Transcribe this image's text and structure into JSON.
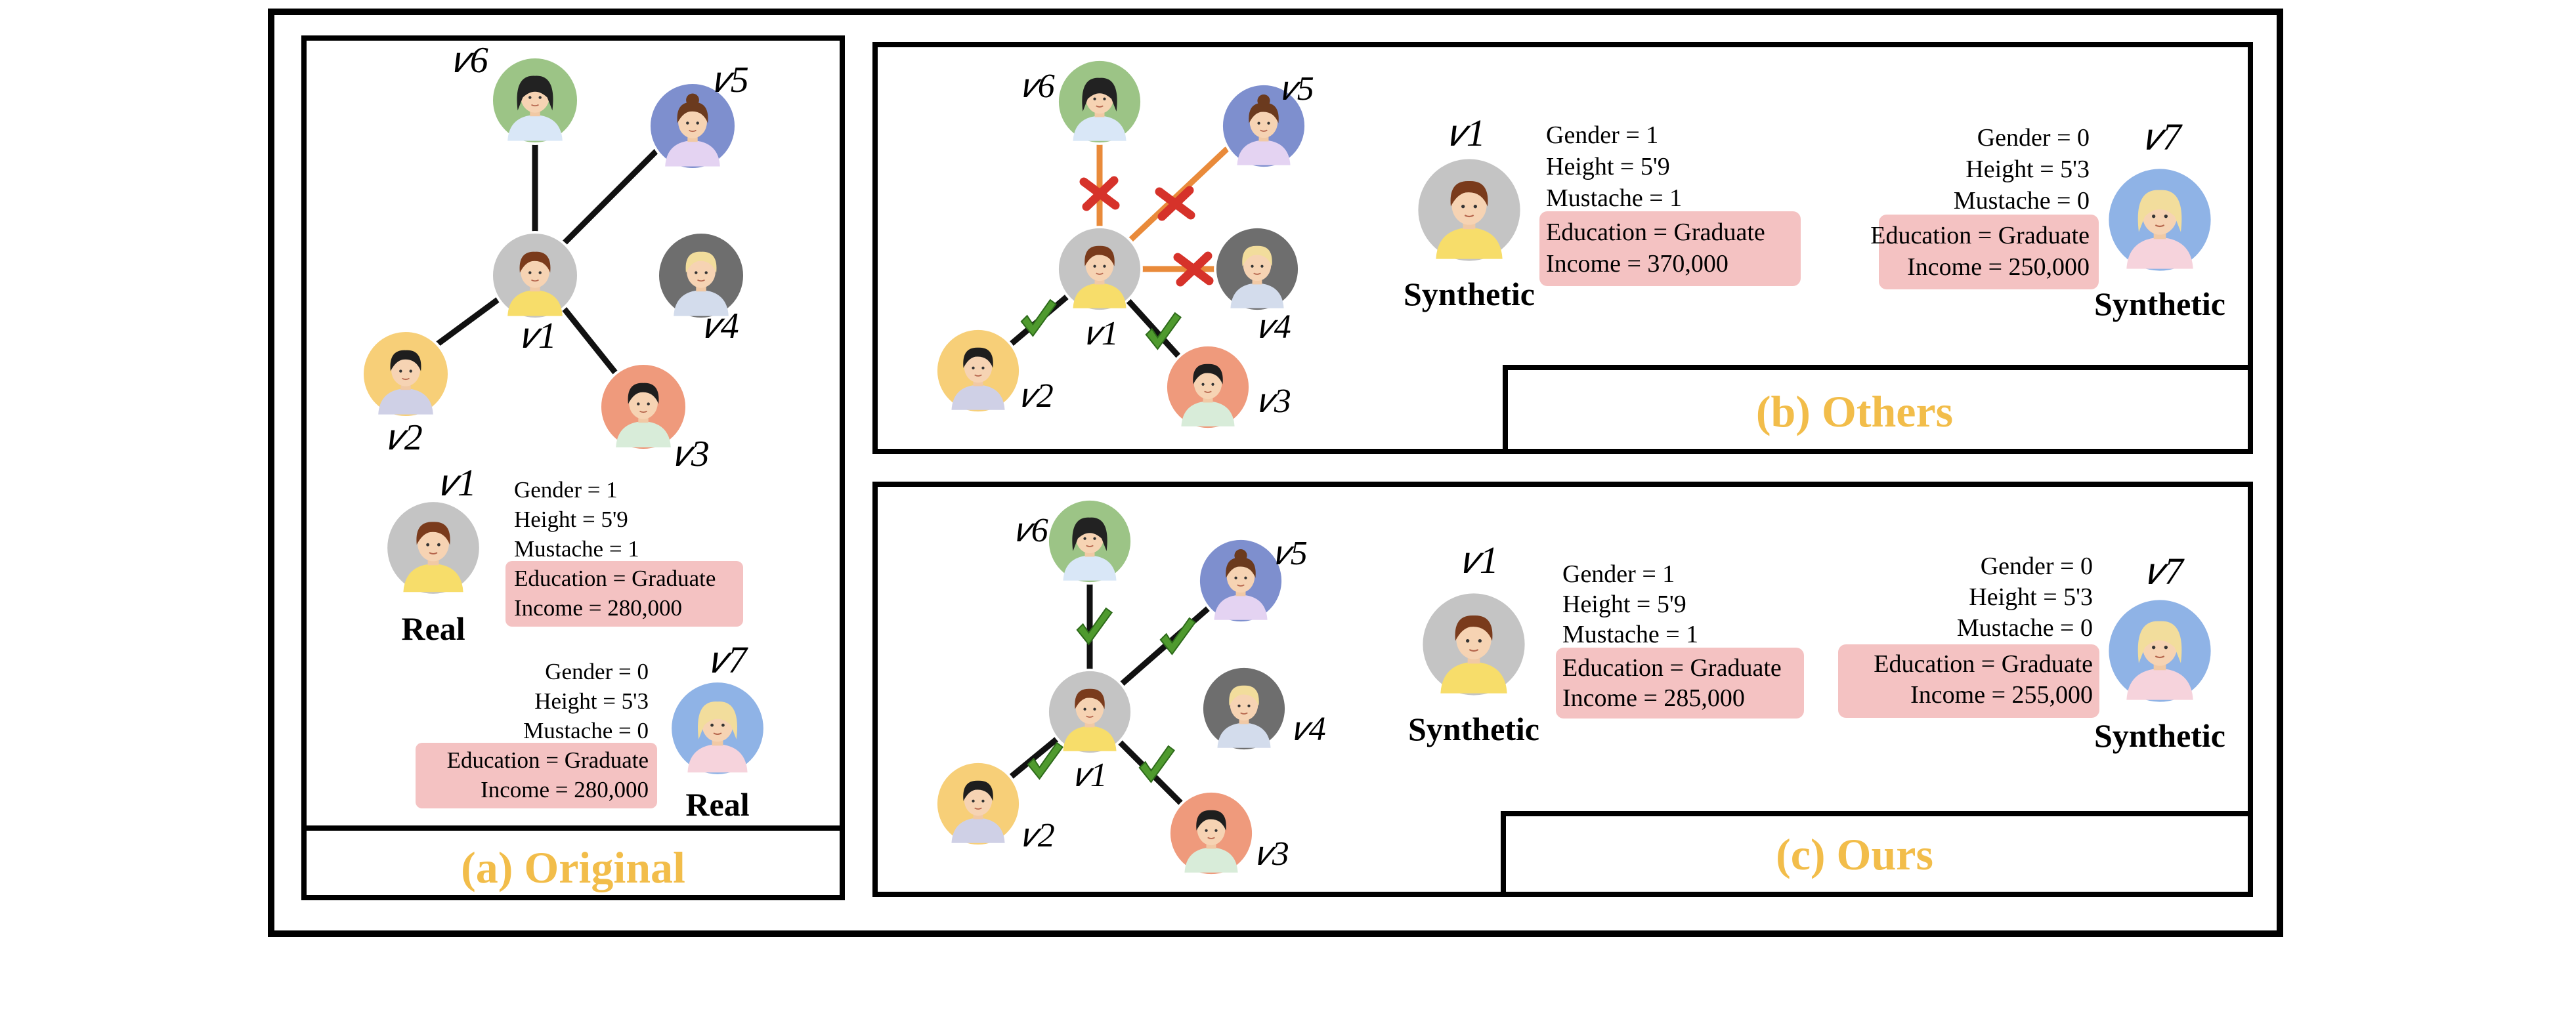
{
  "colors": {
    "frame": "#000000",
    "title": "#f2bd4a",
    "highlight": "#f4c2c2",
    "edge_ok": "#1a1a1a",
    "edge_removed": "#e98a3a",
    "check": "#4f9a2e",
    "cross": "#d6322a",
    "node_v1": "#c4c4c4",
    "node_v2": "#f7cf78",
    "node_v3": "#ef9a7c",
    "node_v4": "#6e6e6e",
    "node_v5": "#7e8fce",
    "node_v6": "#9cc486",
    "node_v7": "#8fb3e6"
  },
  "icons": [
    "avatar-icon",
    "check-icon",
    "cross-icon"
  ],
  "nodes": {
    "v1": "𝜈1",
    "v2": "𝜈2",
    "v3": "𝜈3",
    "v4": "𝜈4",
    "v5": "𝜈5",
    "v6": "𝜈6",
    "v7": "𝜈7"
  },
  "panel_a": {
    "title": "(a) Original",
    "v1": {
      "label": "Real",
      "attrs": [
        "Gender = 1",
        "Height = 5'9",
        "Mustache = 1"
      ],
      "sensitive": [
        "Education = Graduate",
        "Income = 280,000"
      ]
    },
    "v7": {
      "label": "Real",
      "attrs": [
        "Gender = 0",
        "Height = 5'3",
        "Mustache = 0"
      ],
      "sensitive": [
        "Education = Graduate",
        "Income = 280,000"
      ]
    }
  },
  "panel_b": {
    "title": "(b) Others",
    "v1": {
      "label": "Synthetic",
      "attrs": [
        "Gender = 1",
        "Height = 5'9",
        "Mustache = 1"
      ],
      "sensitive": [
        "Education = Graduate",
        "Income = 370,000"
      ]
    },
    "v7": {
      "label": "Synthetic",
      "attrs": [
        "Gender = 0",
        "Height = 5'3",
        "Mustache = 0"
      ],
      "sensitive": [
        "Education = Graduate",
        "Income = 250,000"
      ]
    }
  },
  "panel_c": {
    "title": "(c) Ours",
    "v1": {
      "label": "Synthetic",
      "attrs": [
        "Gender = 1",
        "Height = 5'9",
        "Mustache = 1"
      ],
      "sensitive": [
        "Education = Graduate",
        "Income = 285,000"
      ]
    },
    "v7": {
      "label": "Synthetic",
      "attrs": [
        "Gender = 0",
        "Height = 5'3",
        "Mustache = 0"
      ],
      "sensitive": [
        "Education = Graduate",
        "Income = 255,000"
      ]
    }
  }
}
